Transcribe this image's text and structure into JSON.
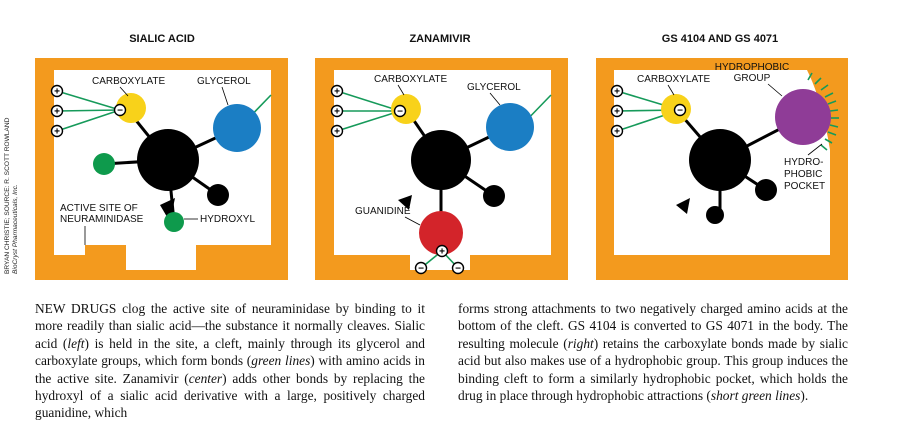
{
  "panels": {
    "sialic": {
      "title": "SIALIC ACID",
      "labels": {
        "carboxylate": "CARBOXYLATE",
        "glycerol": "GLYCEROL",
        "active_site_line1": "ACTIVE SITE OF",
        "active_site_line2": "NEURAMINIDASE",
        "hydroxyl": "HYDROXYL"
      }
    },
    "zanamivir": {
      "title": "ZANAMIVIR",
      "labels": {
        "carboxylate": "CARBOXYLATE",
        "glycerol": "GLYCEROL",
        "guanidine": "GUANIDINE"
      }
    },
    "gs": {
      "title": "GS 4104 AND GS 4071",
      "labels": {
        "carboxylate": "CARBOXYLATE",
        "hydrophobic_group_line1": "HYDROPHOBIC",
        "hydrophobic_group_line2": "GROUP",
        "hydrophobic_pocket_line1": "HYDRO-",
        "hydrophobic_pocket_line2": "PHOBIC",
        "hydrophobic_pocket_line3": "POCKET"
      }
    }
  },
  "credit": {
    "line1": "BRYAN CHRISTIE; SOURCE: R. SCOTT ROWLAND",
    "line2": "BioCryst Pharmaceuticals, Inc."
  },
  "caption": {
    "left": [
      {
        "t": "NEW DRUGS clog the active site of neuraminidase by binding to it more readily than sialic acid—the substance it normally cleaves. Sialic acid ("
      },
      {
        "t": "left",
        "i": true
      },
      {
        "t": ") is held in the site, a cleft, mainly through its glycerol and carboxylate groups, which form bonds ("
      },
      {
        "t": "green lines",
        "i": true
      },
      {
        "t": ") with amino acids in the active site. Zanamivir ("
      },
      {
        "t": "center",
        "i": true
      },
      {
        "t": ") adds other bonds by replacing the hydroxyl of a sialic acid derivative with a large, positively charged guanidine, which"
      }
    ],
    "right": [
      {
        "t": "forms strong attachments to two negatively charged amino acids at the bottom of the cleft. GS 4104 is converted to GS 4071 in the body. The resulting molecule ("
      },
      {
        "t": "right",
        "i": true
      },
      {
        "t": ") retains the carboxylate bonds made by sialic acid but also makes use of a hydrophobic group. This group induces the binding cleft to form a similarly hydrophobic pocket, which holds the drug in place through hydrophobic attractions ("
      },
      {
        "t": "short green lines",
        "i": true
      },
      {
        "t": ")."
      }
    ]
  },
  "symbols": {
    "plus": "+",
    "minus": "−"
  },
  "colors": {
    "pocket": "#f39a1e",
    "molecule": "#000000",
    "carboxylate": "#f8d21a",
    "glycerol": "#1b7ec4",
    "hydroxyl": "#0e9a4c",
    "guanidine": "#d3242a",
    "hydrophobic": "#8f3c97",
    "bond": "#169a5a"
  }
}
